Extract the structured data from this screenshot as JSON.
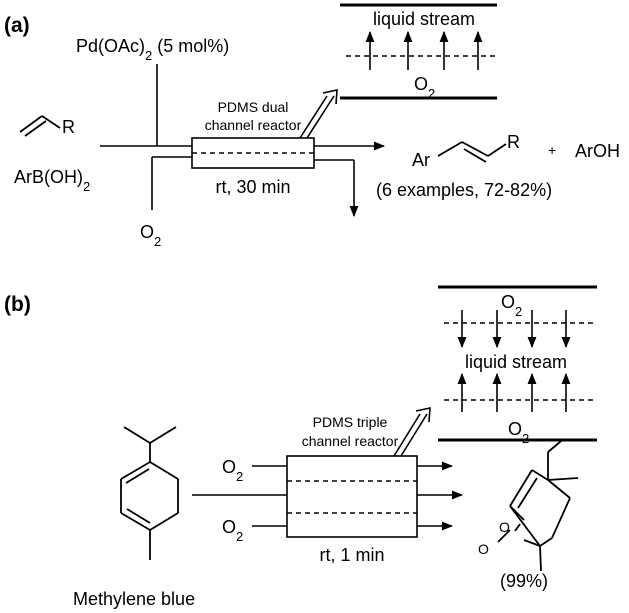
{
  "panel_a": {
    "label": "(a)",
    "catalyst": "Pd(OAc)",
    "catalyst_sub": "2",
    "catalyst_loading": " (5 mol%)",
    "substrate_r": "R",
    "boronic_acid": "ArB(OH)",
    "boronic_sub": "2",
    "oxygen": "O",
    "oxygen_sub": "2",
    "reactor_line1": "PDMS dual",
    "reactor_line2": "channel reactor",
    "conditions": "rt, 30 min",
    "product_ar": "Ar",
    "product_r": "R",
    "plus": "+",
    "byproduct": "ArOH",
    "yield_note": "(6 examples, 72-82%)",
    "inset_liquid": "liquid stream",
    "inset_oxygen": "O",
    "inset_oxygen_sub": "2"
  },
  "panel_b": {
    "label": "(b)",
    "oxygen_top": "O",
    "oxygen_top_sub": "2",
    "oxygen_bottom": "O",
    "oxygen_bottom_sub": "2",
    "reactor_line1": "PDMS triple",
    "reactor_line2": "channel reactor",
    "conditions": "rt, 1 min",
    "photosensitizer": "Methylene blue",
    "product_o1": "O",
    "product_o2": "O",
    "yield": "(99%)",
    "inset_oxygen_top": "O",
    "inset_oxygen_top_sub": "2",
    "inset_liquid": "liquid stream",
    "inset_oxygen_bottom": "O",
    "inset_oxygen_bottom_sub": "2"
  }
}
